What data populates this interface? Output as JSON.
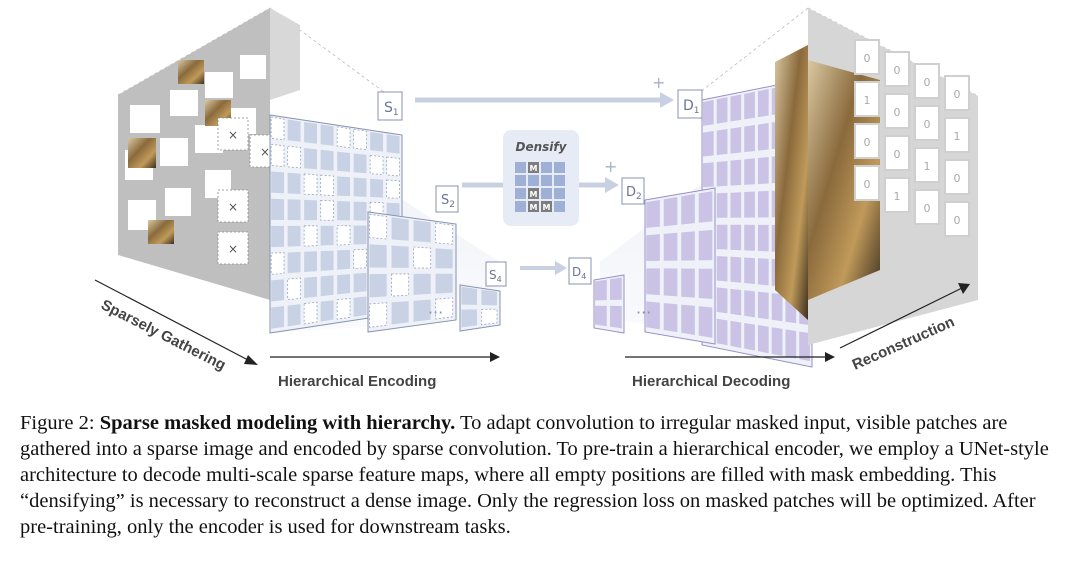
{
  "figure": {
    "stage_labels": {
      "sparsely_gathering": "Sparsely Gathering",
      "hierarchical_encoding": "Hierarchical Encoding",
      "hierarchical_decoding": "Hierarchical Decoding",
      "reconstruction": "Reconstruction"
    },
    "densify": {
      "title": "Densify",
      "mask_token": "M"
    },
    "encoder_maps": [
      {
        "base": "S",
        "sub": "1"
      },
      {
        "base": "S",
        "sub": "2"
      },
      {
        "base": "S",
        "sub": "4"
      }
    ],
    "decoder_maps": [
      {
        "base": "D",
        "sub": "1"
      },
      {
        "base": "D",
        "sub": "2"
      },
      {
        "base": "D",
        "sub": "4"
      }
    ],
    "ellipsis": "···",
    "plus": "+",
    "mask_cross": "×",
    "recon_digits": [
      "0",
      "0",
      "0",
      "0",
      "1",
      "0",
      "0",
      "1",
      "0",
      "0",
      "1",
      "0",
      "0",
      "1",
      "0",
      "0"
    ],
    "colors": {
      "encoder_cell": "#c9d2e4",
      "decoder_cell": "#cbc3e6",
      "arrow": "#b8c4dc",
      "densify_box": "#e6ebf6",
      "mask_token": "#7d7d7d",
      "recon_grid": "#cfcfcf"
    }
  },
  "caption": {
    "label": "Figure 2:",
    "title": "Sparse masked modeling with hierarchy.",
    "text": "To adapt convolution to irregular masked input, visible patches are gathered into a sparse image and encoded by sparse convolution. To pre-train a hierarchical encoder, we employ a UNet-style architecture to decode multi-scale sparse feature maps, where all empty positions are filled with mask embedding. This “densifying” is necessary to reconstruct a dense image. Only the regression loss on masked patches will be optimized. After pre-training, only the encoder is used for downstream tasks."
  }
}
